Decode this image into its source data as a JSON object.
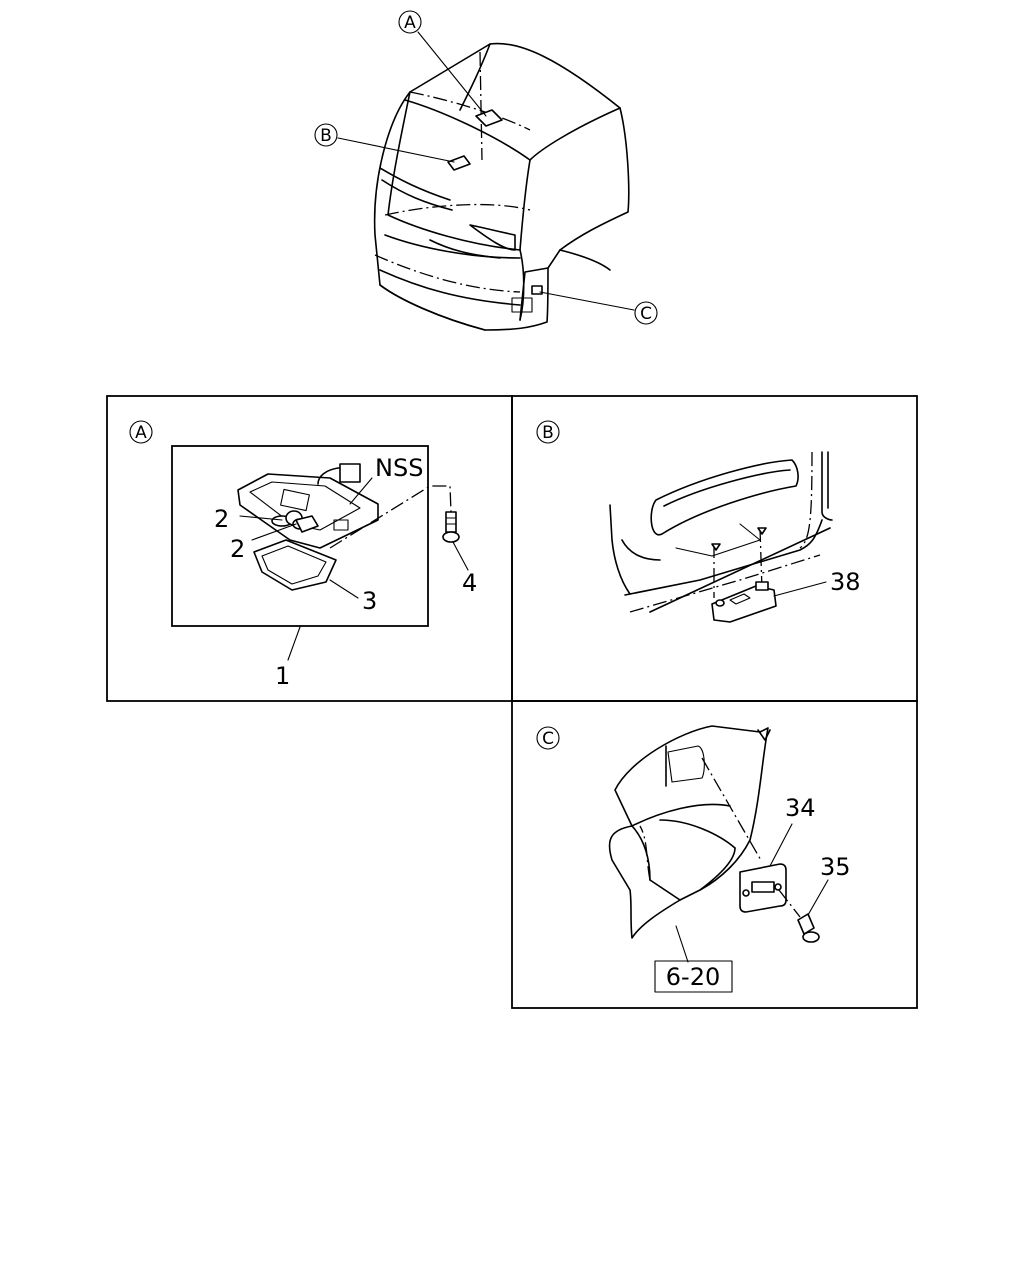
{
  "overview": {
    "callouts": [
      {
        "id": "A",
        "label": "A"
      },
      {
        "id": "B",
        "label": "B"
      },
      {
        "id": "C",
        "label": "C"
      }
    ]
  },
  "panel_a": {
    "label": "A",
    "nss": "NSS",
    "parts": {
      "p2a": "2",
      "p2b": "2",
      "p3": "3",
      "p4": "4",
      "p1": "1"
    }
  },
  "panel_b": {
    "label": "B",
    "parts": {
      "p38": "38"
    }
  },
  "panel_c": {
    "label": "C",
    "parts": {
      "p34": "34",
      "p35": "35"
    },
    "reference": "6-20"
  }
}
